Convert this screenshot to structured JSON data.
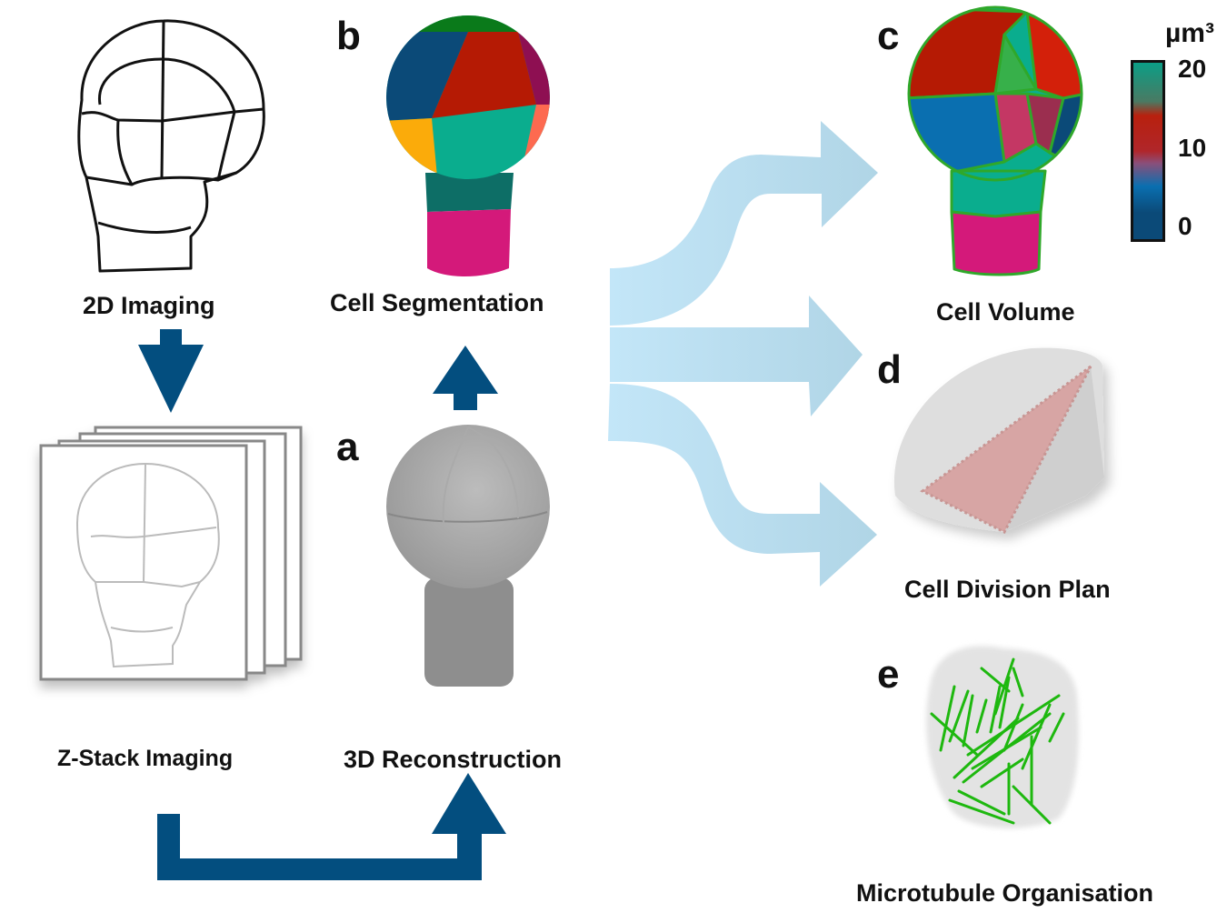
{
  "figure": {
    "steps": {
      "imaging_2d": {
        "label": "2D Imaging"
      },
      "zstack": {
        "label": "Z-Stack Imaging"
      },
      "reconstruction": {
        "letter": "a",
        "label": "3D Reconstruction"
      },
      "segmentation": {
        "letter": "b",
        "label": "Cell Segmentation"
      },
      "volume": {
        "letter": "c",
        "label": "Cell Volume"
      },
      "division": {
        "letter": "d",
        "label": "Cell Division Plan"
      },
      "microtubule": {
        "letter": "e",
        "label": "Microtubule Organisation"
      }
    },
    "colorbar": {
      "unit": "µm³",
      "ticks": [
        "20",
        "10",
        "0"
      ],
      "range": [
        0,
        20
      ],
      "colors": [
        "#0b9e86",
        "#b8200e",
        "#8a4f7a",
        "#0a6fb0",
        "#0b4a78"
      ]
    },
    "colors": {
      "flow_arrow": "#034e7f",
      "branch_arrow": "#b6dcee",
      "segment_palette": [
        "#0b4a78",
        "#0a7a1a",
        "#b51a04",
        "#8e0f52",
        "#fbab0a",
        "#0aad8e",
        "#fd6a50",
        "#0d6e66",
        "#d4197a"
      ],
      "outline_green": "#2fa82a",
      "microtubule_green": "#1eb80f",
      "division_plane": "#d69c9a"
    }
  }
}
